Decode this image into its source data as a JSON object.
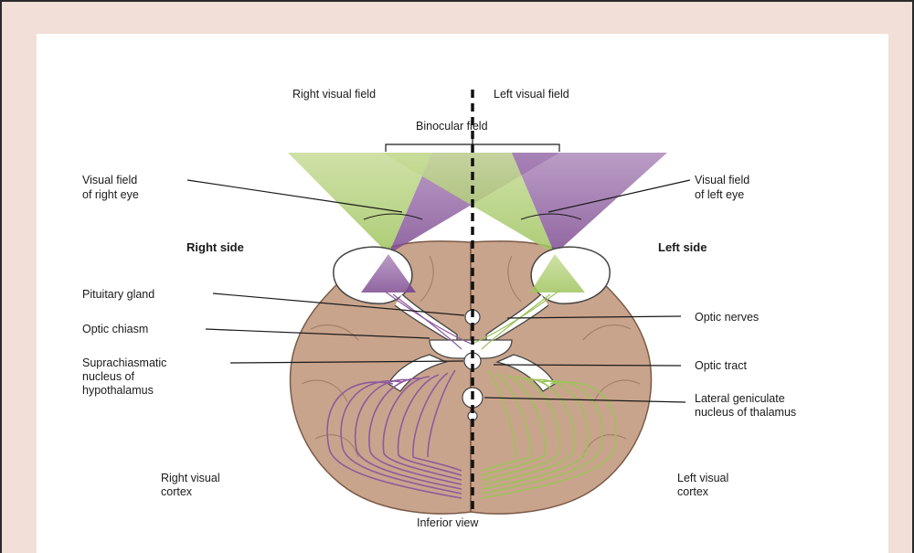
{
  "labels": {
    "right_visual_field": "Right visual field",
    "left_visual_field": "Left visual field",
    "binocular_field": "Binocular field",
    "visual_field_right_eye": [
      "Visual field",
      "of right eye"
    ],
    "visual_field_left_eye": [
      "Visual field",
      "of left eye"
    ],
    "right_side": "Right side",
    "left_side": "Left side",
    "pituitary_gland": "Pituitary gland",
    "optic_chiasm": "Optic chiasm",
    "suprachiasmatic": [
      "Suprachiasmatic",
      "nucleus of",
      "hypothalamus"
    ],
    "optic_nerves": "Optic nerves",
    "optic_tract": "Optic tract",
    "lgn": [
      "Lateral geniculate",
      "nucleus of thalamus"
    ],
    "right_visual_cortex": [
      "Right visual",
      "cortex"
    ],
    "left_visual_cortex": [
      "Left visual",
      "cortex"
    ],
    "inferior_view": "Inferior view"
  },
  "colors": {
    "purple": "#8e5a9e",
    "green": "#9cc25a",
    "brain": "#c9a48c",
    "brain_dark": "#7b5a47"
  }
}
